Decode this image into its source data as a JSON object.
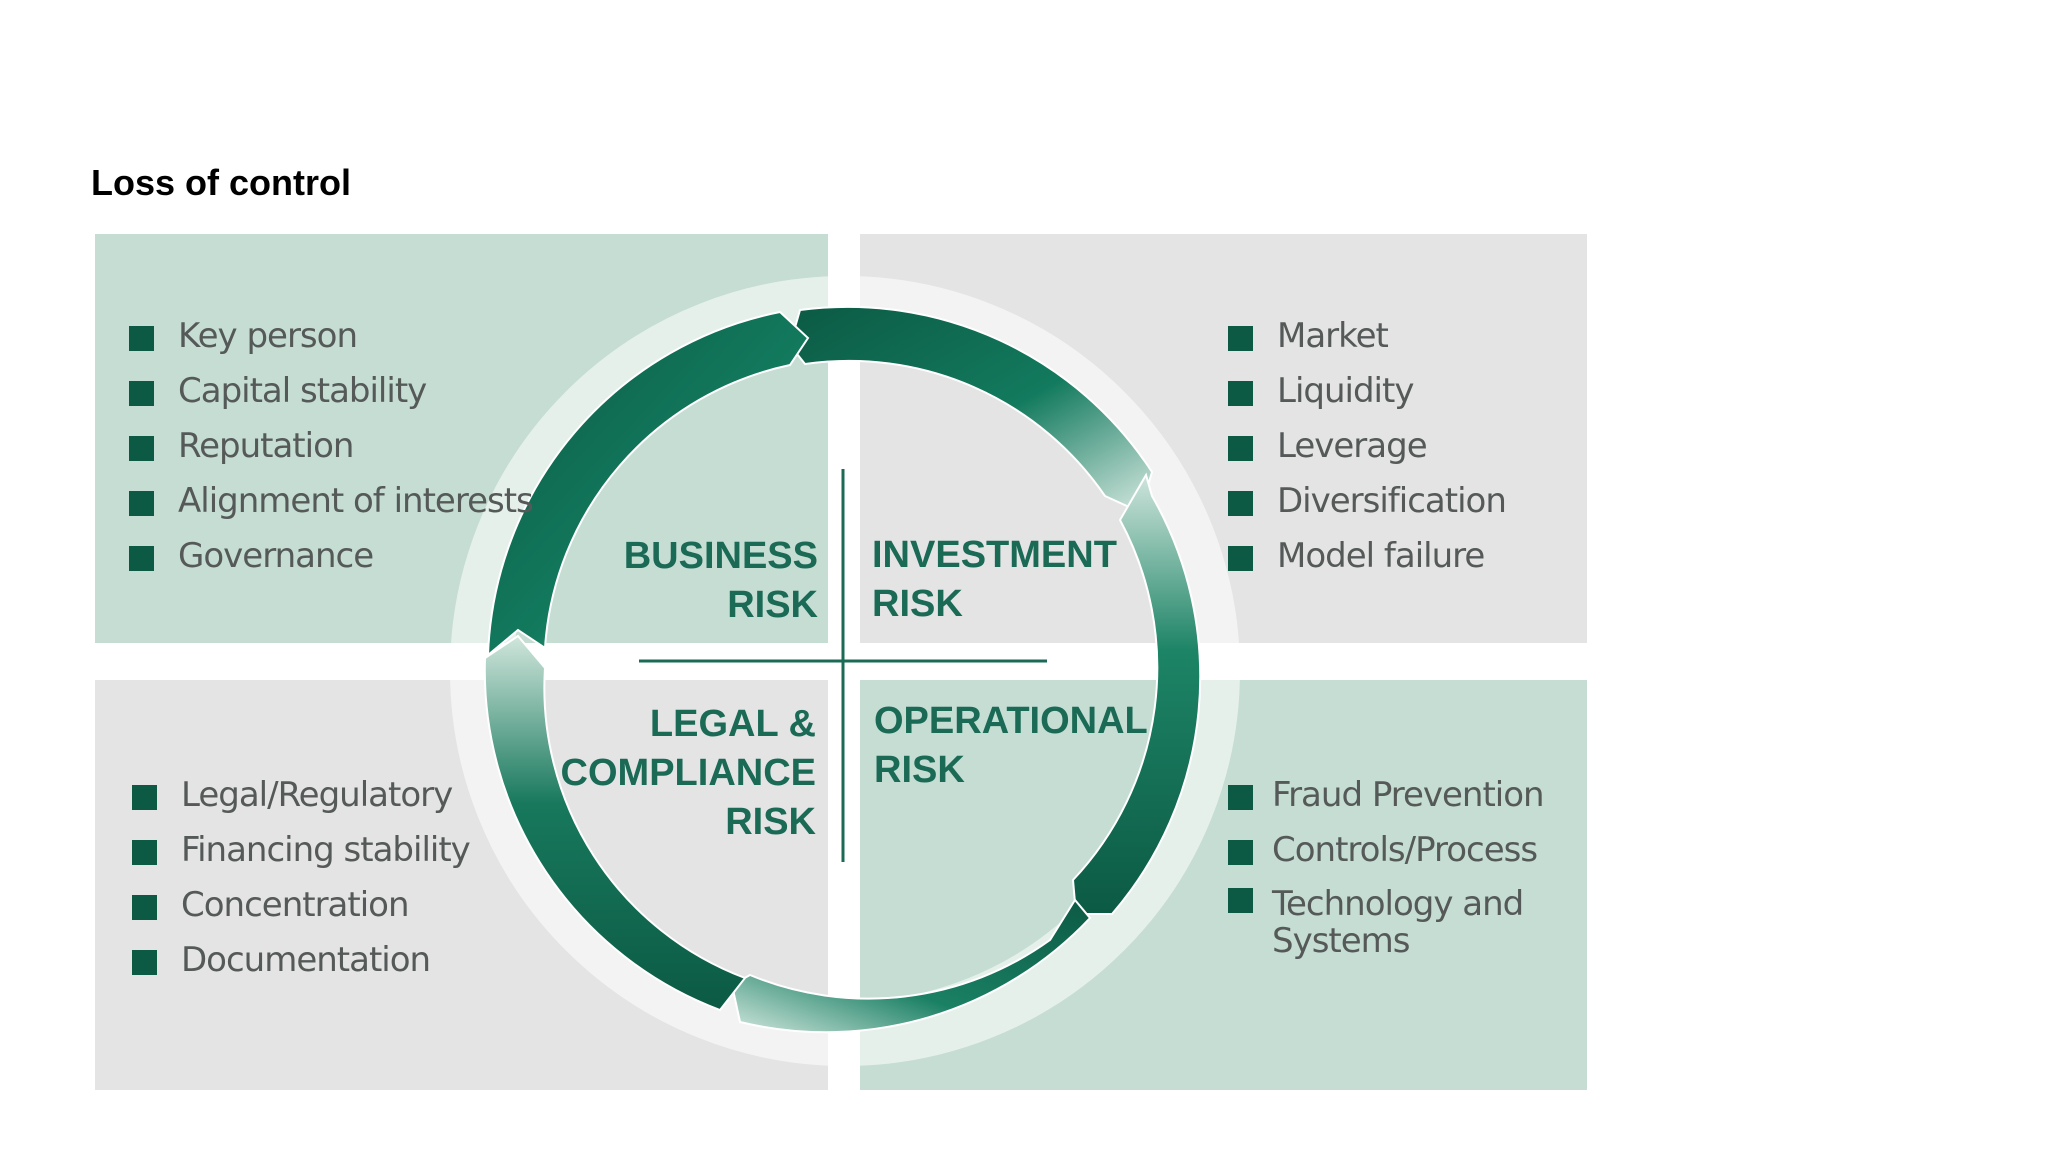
{
  "title": "Loss of control",
  "colors": {
    "green_panel": "#c5ddd3",
    "grey_panel": "#e4e4e5",
    "dark_green": "#0c5a44",
    "label_green": "#1a6a55",
    "text_grey": "#555a59"
  },
  "quadrants": {
    "business": {
      "label": "BUSINESS\nRISK",
      "items": [
        "Key person",
        "Capital stability",
        "Reputation",
        "Alignment of interests",
        "Governance"
      ]
    },
    "investment": {
      "label": "INVESTMENT\nRISK",
      "items": [
        "Market",
        "Liquidity",
        "Leverage",
        "Diversification",
        "Model failure"
      ]
    },
    "legal": {
      "label": "LEGAL &\nCOMPLIANCE\nRISK",
      "items": [
        "Legal/Regulatory",
        "Financing stability",
        "Concentration",
        "Documentation"
      ]
    },
    "operational": {
      "label": "OPERATIONAL\nRISK",
      "items": [
        "Fraud Prevention",
        "Controls/Process",
        "Technology and Systems"
      ]
    }
  }
}
